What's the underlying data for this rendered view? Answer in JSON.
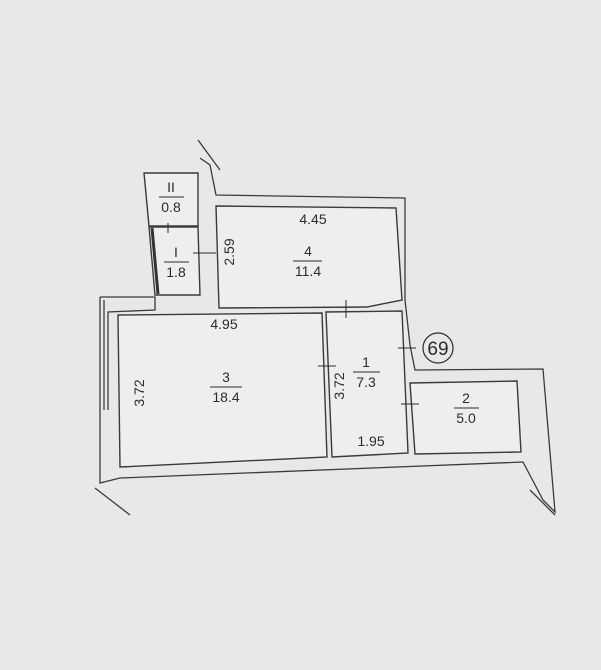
{
  "plan": {
    "apartment_number": "69",
    "rooms": [
      {
        "number": "1",
        "area": "7.3"
      },
      {
        "number": "2",
        "area": "5.0"
      },
      {
        "number": "3",
        "area": "18.4"
      },
      {
        "number": "4",
        "area": "11.4"
      },
      {
        "number": "I",
        "area": "1.8"
      },
      {
        "number": "II",
        "area": "0.8"
      }
    ],
    "dimensions": {
      "room4_width": "4.45",
      "room4_height": "2.59",
      "room3_width": "4.95",
      "room3_height": "3.72",
      "room1_height": "3.72",
      "room1_width": "1.95"
    }
  }
}
